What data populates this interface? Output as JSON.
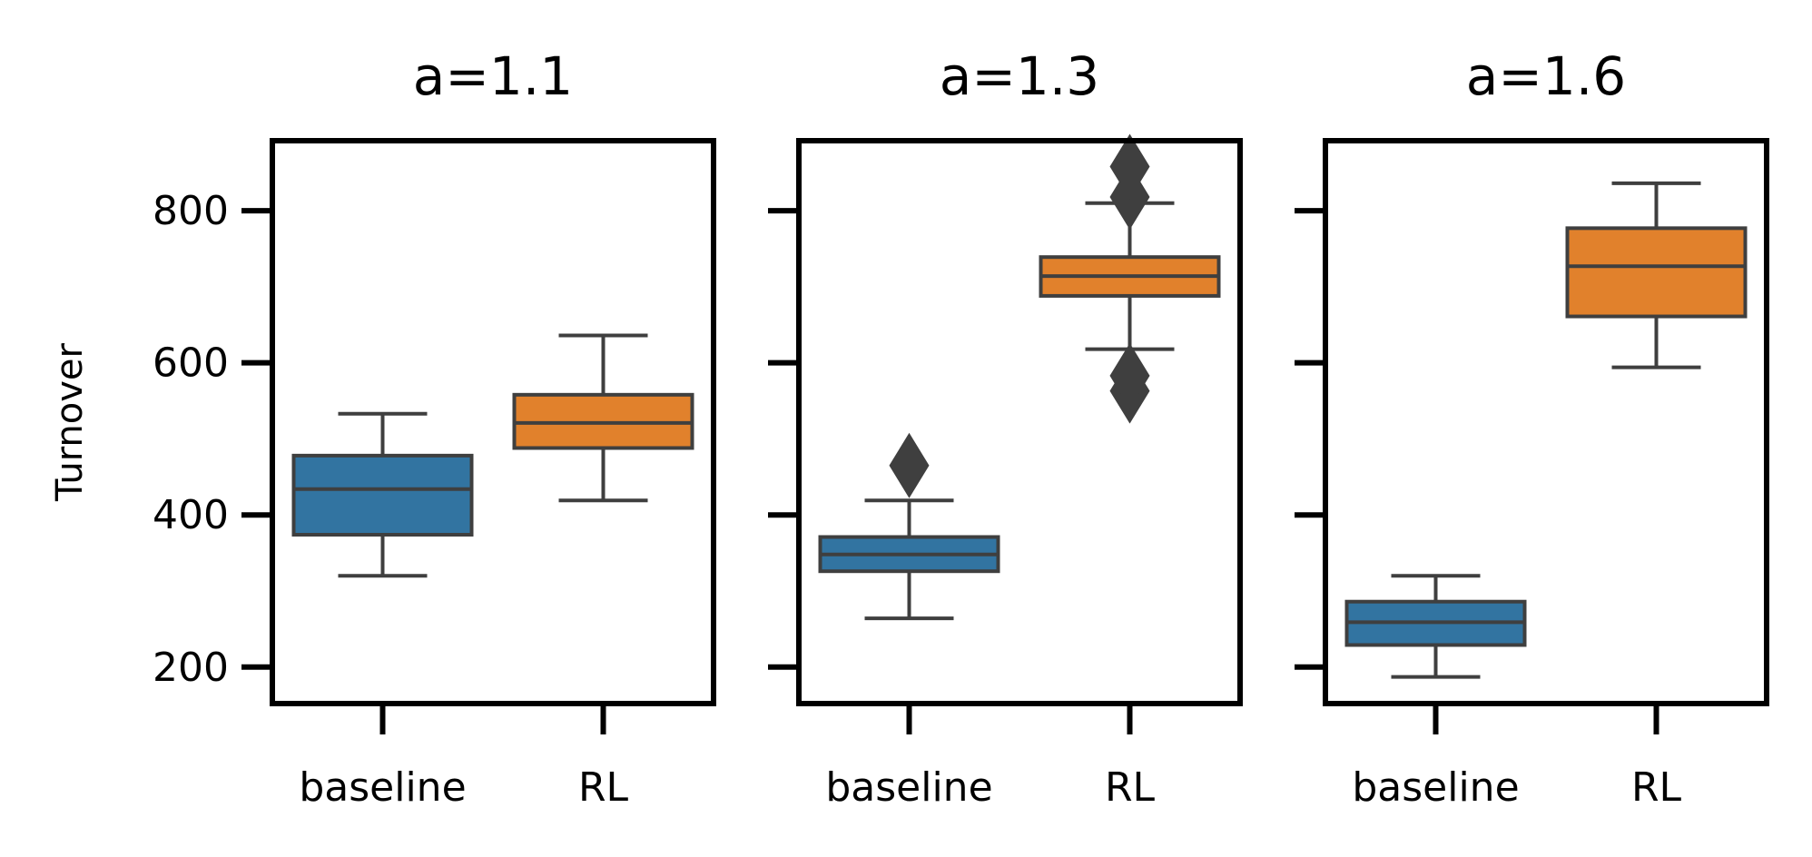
{
  "chart_data": [
    {
      "type": "box",
      "title": "a=1.1",
      "ylabel": "Turnover",
      "xlabel": "",
      "categories": [
        "baseline",
        "RL"
      ],
      "ylim": [
        152,
        892
      ],
      "yticks": [
        200,
        400,
        600,
        800
      ],
      "boxes": [
        {
          "category": "baseline",
          "whisker_low": 320,
          "q1": 374,
          "median": 434,
          "q3": 478,
          "whisker_high": 533,
          "outliers": []
        },
        {
          "category": "RL",
          "whisker_low": 419,
          "q1": 488,
          "median": 521,
          "q3": 558,
          "whisker_high": 636,
          "outliers": []
        }
      ]
    },
    {
      "type": "box",
      "title": "a=1.3",
      "ylabel": "",
      "xlabel": "",
      "categories": [
        "baseline",
        "RL"
      ],
      "ylim": [
        152,
        892
      ],
      "yticks": [
        200,
        400,
        600,
        800
      ],
      "boxes": [
        {
          "category": "baseline",
          "whisker_low": 264,
          "q1": 326,
          "median": 348,
          "q3": 371,
          "whisker_high": 419,
          "outliers": [
            465
          ]
        },
        {
          "category": "RL",
          "whisker_low": 618,
          "q1": 688,
          "median": 714,
          "q3": 739,
          "whisker_high": 810,
          "outliers": [
            563,
            583,
            818,
            858
          ]
        }
      ]
    },
    {
      "type": "box",
      "title": "a=1.6",
      "ylabel": "",
      "xlabel": "",
      "categories": [
        "baseline",
        "RL"
      ],
      "ylim": [
        152,
        892
      ],
      "yticks": [
        200,
        400,
        600,
        800
      ],
      "boxes": [
        {
          "category": "baseline",
          "whisker_low": 187,
          "q1": 229,
          "median": 259,
          "q3": 286,
          "whisker_high": 320,
          "outliers": []
        },
        {
          "category": "RL",
          "whisker_low": 594,
          "q1": 661,
          "median": 727,
          "q3": 777,
          "whisker_high": 836,
          "outliers": []
        }
      ]
    }
  ],
  "colors": {
    "baseline": "#3274a1",
    "RL": "#e1812c",
    "box_edge": "#3f3f3f",
    "axes": "#000000"
  }
}
